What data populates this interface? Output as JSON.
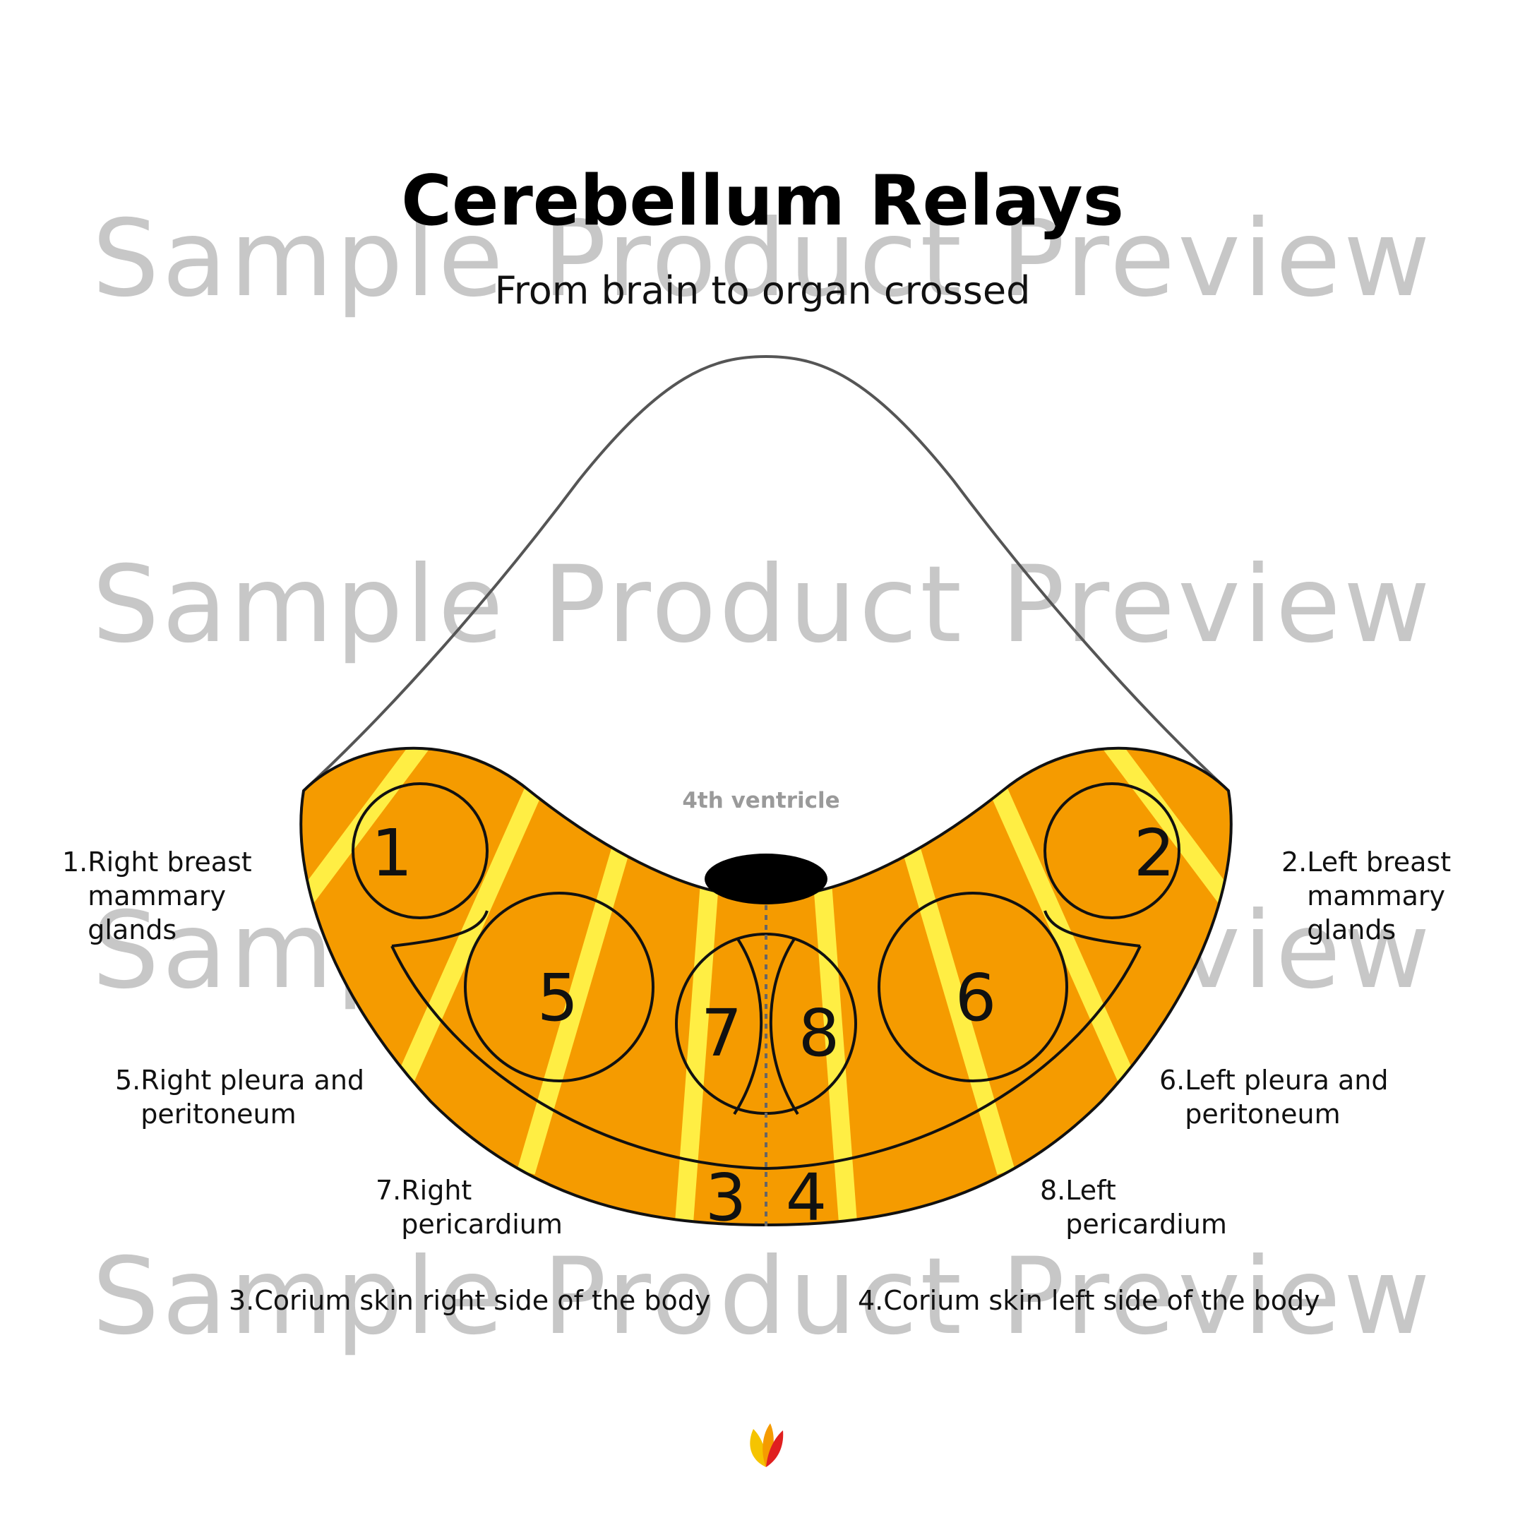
{
  "title": "Cerebellum Relays",
  "subtitle": "From brain to organ crossed",
  "watermark": "Sample Product Preview",
  "ventricle_label": "4th ventricle",
  "region_numbers": [
    "1",
    "2",
    "3",
    "4",
    "5",
    "6",
    "7",
    "8"
  ],
  "legend": [
    {
      "num": "1.",
      "text": "Right breast\nmammary\nglands"
    },
    {
      "num": "2.",
      "text": "Left breast\nmammary\nglands"
    },
    {
      "num": "5.",
      "text": "Right pleura and\nperitoneum"
    },
    {
      "num": "6.",
      "text": "Left pleura and\nperitoneum"
    },
    {
      "num": "7.",
      "text": "Right\npericardium"
    },
    {
      "num": "8.",
      "text": "Left\npericardium"
    },
    {
      "num": "3.",
      "text": "Corium skin right side of the body"
    },
    {
      "num": "4.",
      "text": "Corium skin left side of the body"
    }
  ],
  "colors": {
    "orange": "#f59b00",
    "stripe": "#ffee44",
    "outline": "#111111",
    "ventricle": "#000000",
    "watermark": "#c7c7c7",
    "brainstem_outline": "#555555",
    "ventricle_label": "#9a9a9a"
  },
  "icons": [
    "brand-leaf-logo-icon"
  ]
}
